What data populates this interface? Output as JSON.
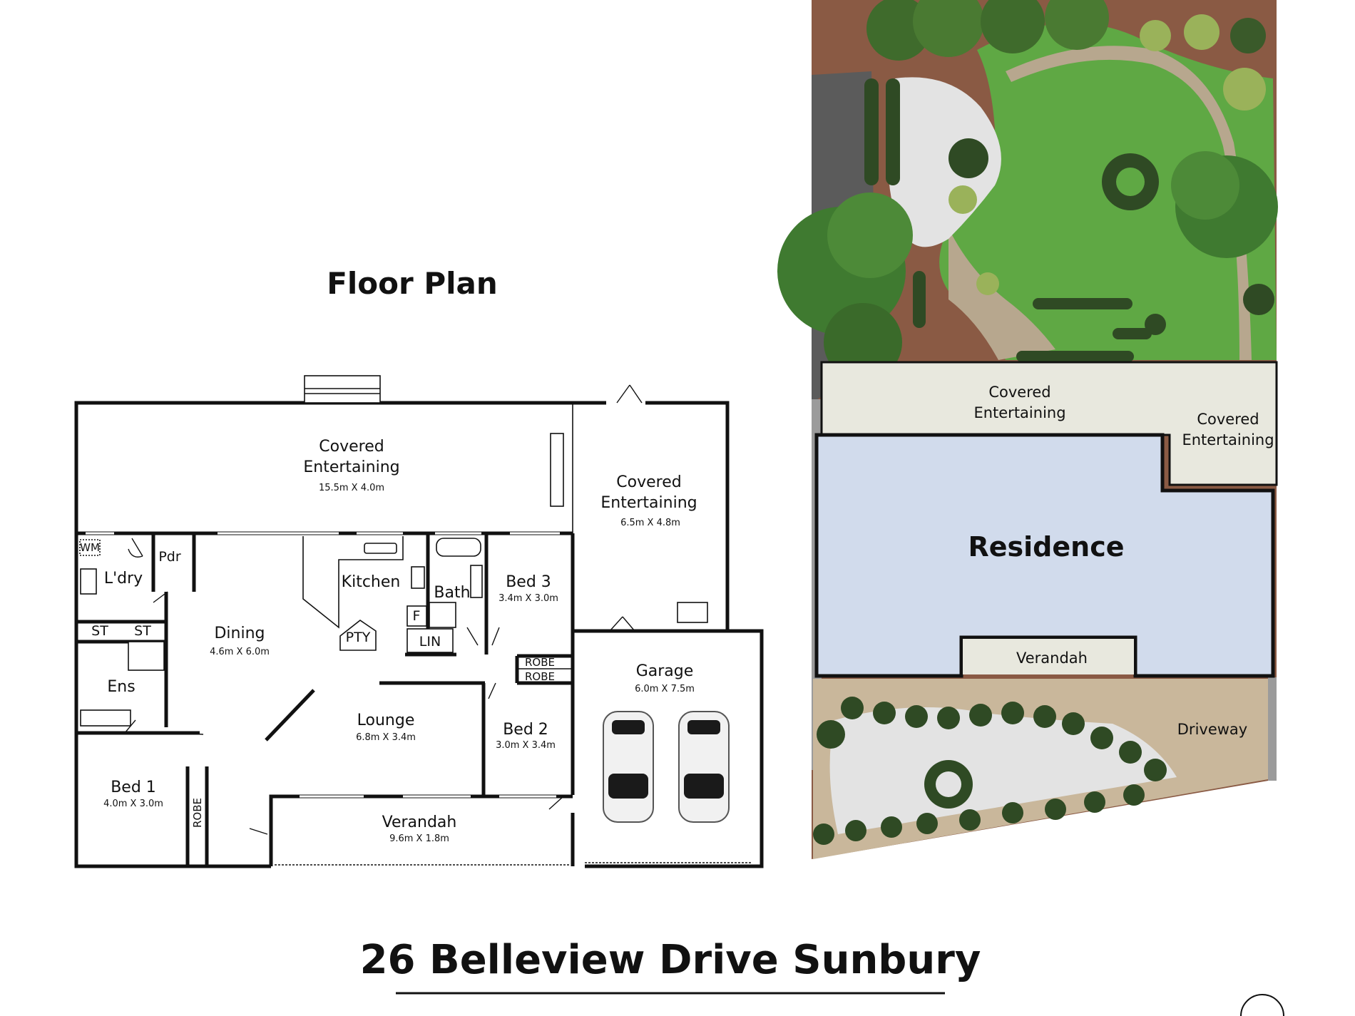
{
  "floor_plan_title": "Floor Plan",
  "address": "26 Belleview Drive Sunbury",
  "rooms": {
    "covered_entertaining_main": {
      "label": "Covered Entertaining",
      "dims": "15.5m X 4.0m"
    },
    "covered_entertaining_side": {
      "label": "Covered Entertaining",
      "dims": "6.5m X 4.8m"
    },
    "laundry": {
      "label": "L'dry"
    },
    "powder": {
      "label": "Pdr"
    },
    "dining": {
      "label": "Dining",
      "dims": "4.6m X 6.0m"
    },
    "kitchen": {
      "label": "Kitchen"
    },
    "bath": {
      "label": "Bath"
    },
    "bed3": {
      "label": "Bed 3",
      "dims": "3.4m X 3.0m"
    },
    "pantry": {
      "label": "PTY"
    },
    "fridge": {
      "label": "F"
    },
    "linen": {
      "label": "LIN"
    },
    "store_1": {
      "label": "ST"
    },
    "store_2": {
      "label": "ST"
    },
    "ensuite": {
      "label": "Ens"
    },
    "robe_1": {
      "label": "ROBE"
    },
    "robe_2": {
      "label": "ROBE"
    },
    "robe_3": {
      "label": "ROBE"
    },
    "lounge": {
      "label": "Lounge",
      "dims": "6.8m X 3.4m"
    },
    "bed2": {
      "label": "Bed 2",
      "dims": "3.0m X 3.4m"
    },
    "garage": {
      "label": "Garage",
      "dims": "6.0m X 7.5m"
    },
    "bed1": {
      "label": "Bed 1",
      "dims": "4.0m X 3.0m"
    },
    "verandah": {
      "label": "Verandah",
      "dims": "9.6m X 1.8m"
    },
    "washing_machine": {
      "label": "WM"
    }
  },
  "site_plan": {
    "covered_entertaining_1": "Covered Entertaining",
    "covered_entertaining_2": "Covered Entertaining",
    "residence": "Residence",
    "verandah": "Verandah",
    "driveway": "Driveway"
  },
  "colors": {
    "lawn": "#5fa844",
    "path": "#b7a78e",
    "soil": "#8a5a44",
    "residence": "#d1dbec",
    "pad": "#e8e8de",
    "gravel": "#e3e3e3"
  }
}
